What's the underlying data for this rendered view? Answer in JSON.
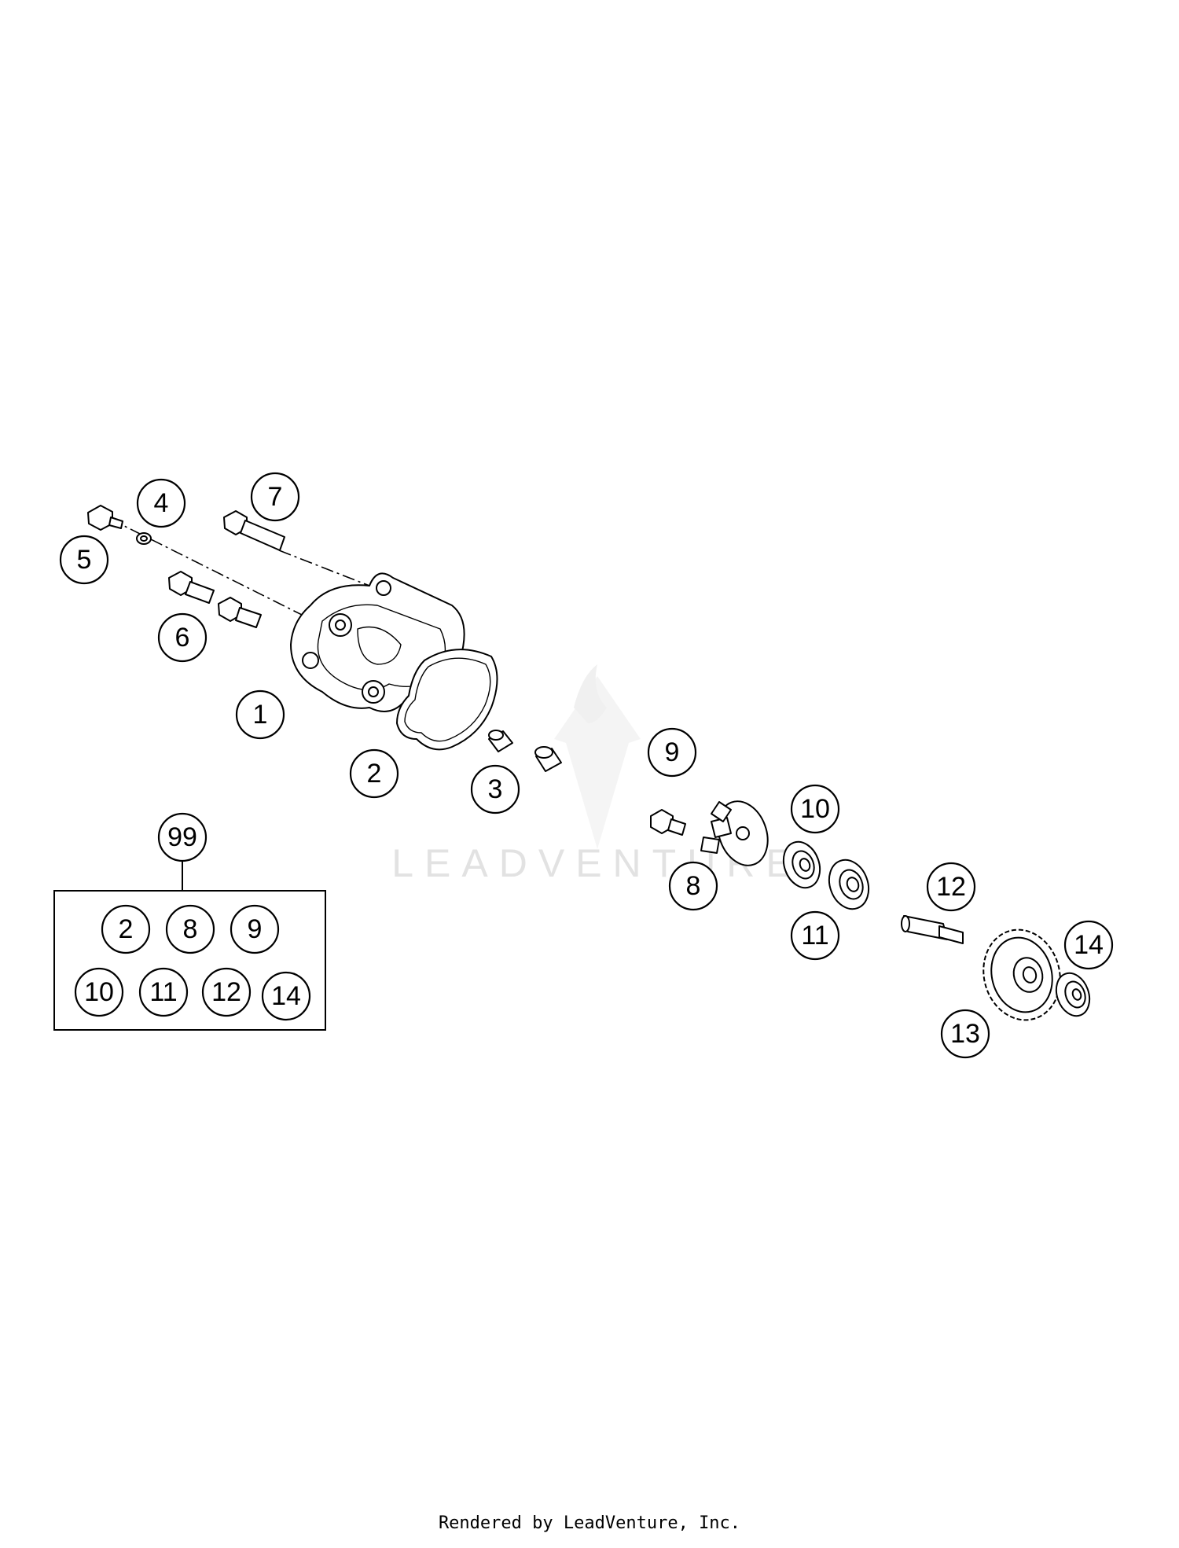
{
  "watermark": {
    "brand": "LEADVENTURE"
  },
  "callouts": {
    "c1": "1",
    "c2": "2",
    "c3": "3",
    "c4": "4",
    "c5": "5",
    "c6": "6",
    "c7": "7",
    "c8": "8",
    "c9": "9",
    "c10": "10",
    "c11": "11",
    "c12": "12",
    "c13": "13",
    "c14": "14"
  },
  "kit": {
    "label": "99",
    "items": [
      "2",
      "8",
      "9",
      "10",
      "11",
      "12",
      "14"
    ]
  },
  "footer": {
    "credit": "Rendered by LeadVenture, Inc."
  },
  "colors": {
    "line": "#000000",
    "background": "#ffffff",
    "watermark": "#e2e2e2"
  }
}
